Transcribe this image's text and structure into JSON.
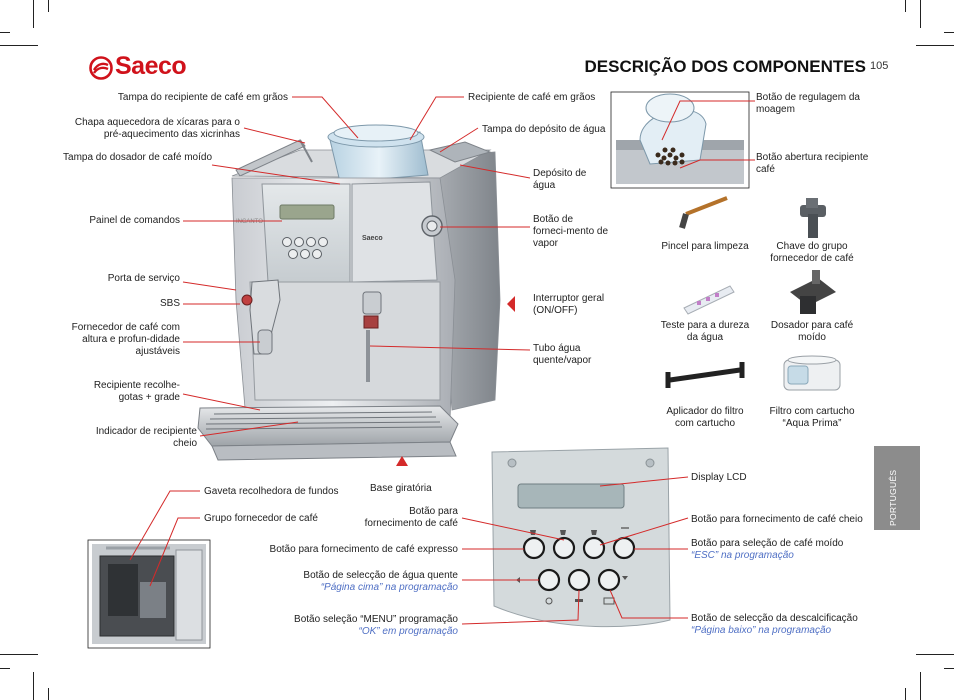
{
  "header": {
    "brand": "Saeco",
    "title": "DESCRIÇÃO DOS COMPONENTES",
    "page_number": "105",
    "language_tab": "PORTUGUÊS"
  },
  "colors": {
    "brand_red": "#d0121b",
    "leader_line_red": "#d42a2a",
    "subtitle_blue": "#4f6fc4",
    "tab_gray": "#8c8c8c"
  },
  "machine_labels": {
    "bean_lid": "Tampa do recipiente de café em grãos",
    "cup_warmer": "Chapa aquecedora de xícaras para o pré-aquecimento das xicrinhas",
    "ground_lid": "Tampa do dosador de café moído",
    "control_panel": "Painel de comandos",
    "service_door": "Porta de serviço",
    "sbs": "SBS",
    "dispenser": "Fornecedor de café com altura e profun-didade ajustáveis",
    "drip_tray": "Recipiente recolhe-gotas + grade",
    "full_indicator": "Indicador de recipiente cheio",
    "bean_container": "Recipiente de café em grãos",
    "water_lid": "Tampa do depósito de água",
    "water_tank": "Depósito de água",
    "steam_knob": "Botão de forneci-mento de vapor",
    "main_switch": "Interruptor geral (ON/OFF)",
    "steam_pipe": "Tubo água quente/vapor",
    "base": "Base giratória",
    "machine_logo": "Saeco",
    "machine_model": "INCANTO"
  },
  "grinder_labels": {
    "grind_knob": "Botão de regulagem da moagem",
    "open_button": "Botão abertura recipiente café"
  },
  "accessories": [
    {
      "name": "brush",
      "label": "Pincel para limpeza"
    },
    {
      "name": "key",
      "label": "Chave do grupo fornecedor de café"
    },
    {
      "name": "test",
      "label": "Teste para a dureza da água"
    },
    {
      "name": "doser",
      "label": "Dosador para café moído"
    },
    {
      "name": "applicator",
      "label": "Aplicador do filtro com cartucho"
    },
    {
      "name": "filter",
      "label": "Filtro com cartucho “Aqua Prima”"
    }
  ],
  "service_labels": {
    "grounds_drawer": "Gaveta recolhedora de fundos",
    "brew_group": "Grupo fornecedor de café"
  },
  "panel_labels": {
    "lcd": "Display LCD",
    "coffee_btn": "Botão para fornecimento de café",
    "full_coffee_btn": "Botão para fornecimento de café cheio",
    "espresso_btn": "Botão para fornecimento de café expresso",
    "ground_btn": "Botão para seleção de café moído",
    "ground_btn_sub": "“ESC” na programação",
    "hot_water_btn": "Botão de selecção de água quente",
    "hot_water_btn_sub": "“Página cima” na programação",
    "menu_btn": "Botão seleção “MENU” programação",
    "menu_btn_sub": "“OK” em programação",
    "descale_btn": "Botão de selecção da descalcificação",
    "descale_btn_sub": "“Página baixo” na programação"
  }
}
